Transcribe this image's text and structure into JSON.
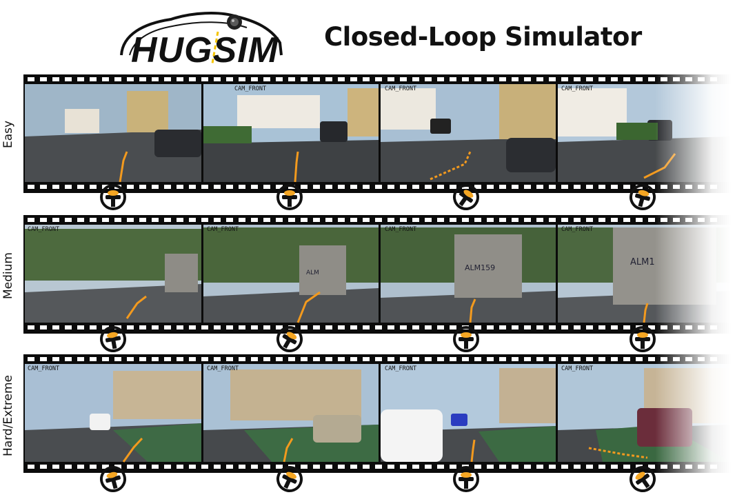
{
  "header": {
    "logo_text": "HUGSIM",
    "title": "Closed-Loop Simulator"
  },
  "camera_label": "CAM_FRONT",
  "rows": [
    {
      "label": "Easy"
    },
    {
      "label": "Medium"
    },
    {
      "label": "Hard/Extreme"
    }
  ],
  "icons": {
    "logo": "car-outline-with-camera-logo",
    "steering": "steering-wheel-icon"
  },
  "colors": {
    "trajectory": "#f39a1e",
    "film": "#0b0b0b",
    "steering_accent": "#f5a623"
  }
}
